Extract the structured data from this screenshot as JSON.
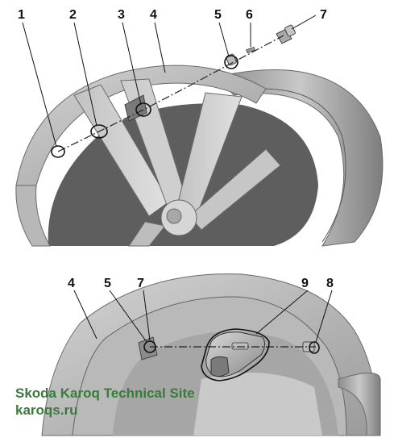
{
  "top_view": {
    "callouts": [
      "1",
      "2",
      "3",
      "4",
      "5",
      "6",
      "7"
    ]
  },
  "bottom_view": {
    "callouts": [
      "4",
      "5",
      "7",
      "9",
      "8"
    ]
  },
  "watermark": {
    "title": "Skoda Karoq Technical Site",
    "url": "karoqs.ru"
  }
}
